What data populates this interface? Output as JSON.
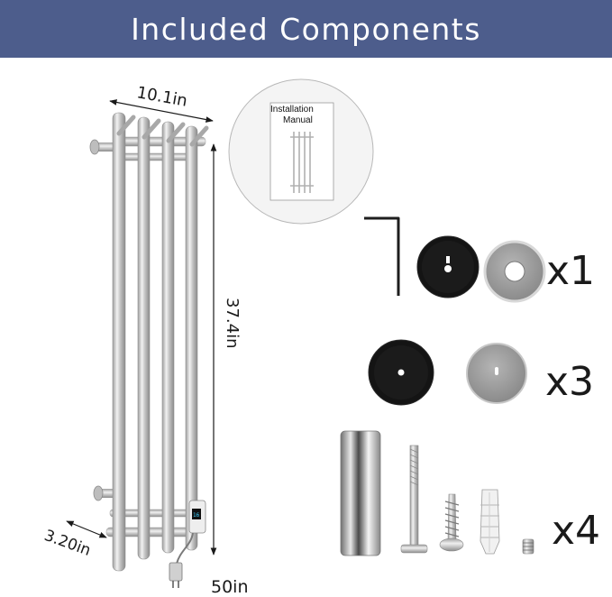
{
  "header": {
    "title": "Included Components"
  },
  "rack": {
    "width_label": "10.1in",
    "height_label": "37.4in",
    "depth_label": "3.20in",
    "cord_label": "50in"
  },
  "manual": {
    "line1": "Installation",
    "line2": "Manual"
  },
  "quantities": {
    "row1": "x1",
    "row2": "x3",
    "row3": "x4"
  },
  "colors": {
    "header_bg": "#4d5d8c",
    "chrome": "#c9c9c9",
    "black_plate": "#141414",
    "grey_plate": "#9a9a9a"
  }
}
